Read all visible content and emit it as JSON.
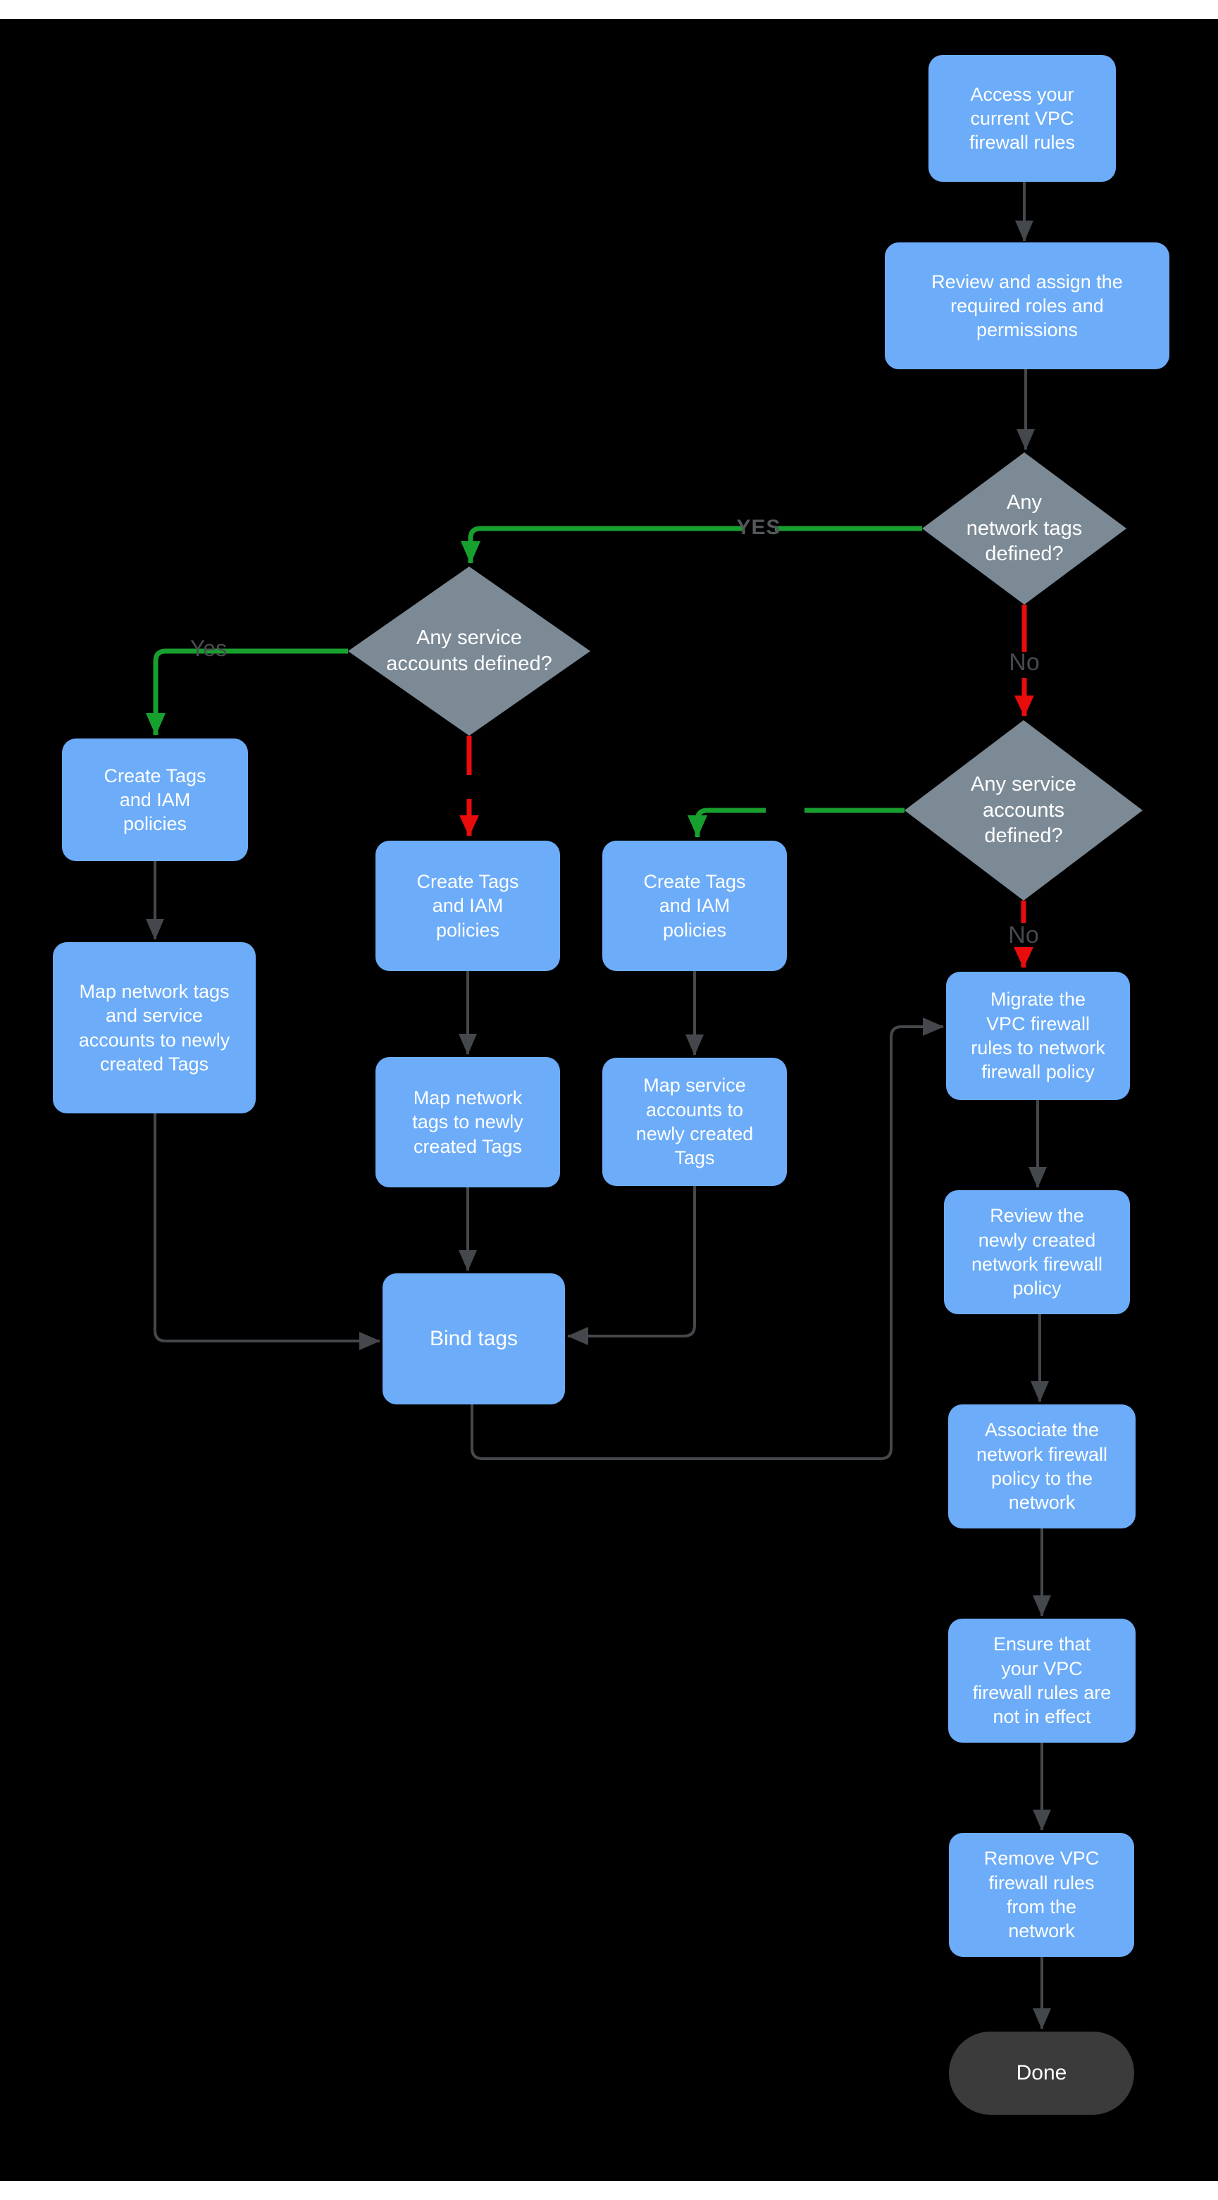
{
  "page": {
    "background": "#000000",
    "edge_strip_color": "#FFFFFF"
  },
  "colors": {
    "process_fill": "#6CACF8",
    "decision_fill": "#7C8A96",
    "terminal_fill": "#3B3B3B",
    "node_text": "#FFFFFF",
    "connector": "#44474B",
    "yes_edge": "#18A02F",
    "no_edge": "#E80C0C",
    "label_yes_upper": "#53565A",
    "label_yes": "#4A4D50",
    "label_no": "#464A4E"
  },
  "nodes": {
    "access": {
      "label": "Access your\ncurrent VPC\nfirewall rules"
    },
    "review_assign": {
      "label": "Review and assign the\nrequired roles and\npermissions"
    },
    "any_network_tags": {
      "label": "Any\nnetwork tags\ndefined?"
    },
    "any_service_accounts_left": {
      "label": "Any service\naccounts defined?"
    },
    "create_tags_left": {
      "label": "Create Tags\nand IAM\npolicies"
    },
    "map_tags_accounts_left": {
      "label": "Map network tags\nand service\naccounts to newly\ncreated Tags"
    },
    "create_tags_mid": {
      "label": "Create Tags\nand IAM\npolicies"
    },
    "map_network_tags_mid": {
      "label": "Map network\ntags to newly\ncreated Tags"
    },
    "create_tags_right": {
      "label": "Create Tags\nand IAM\npolicies"
    },
    "map_service_accounts_right": {
      "label": "Map service\naccounts  to\nnewly created\nTags"
    },
    "any_service_accounts_right": {
      "label": "Any service\naccounts\ndefined?"
    },
    "bind_tags": {
      "label": "Bind tags"
    },
    "migrate": {
      "label": "Migrate the\nVPC firewall\nrules to network\nfirewall policy"
    },
    "review_policy": {
      "label": "Review the\nnewly created\nnetwork firewall\npolicy"
    },
    "associate": {
      "label": "Associate the\nnetwork firewall\npolicy to the\nnetwork"
    },
    "ensure": {
      "label": "Ensure that\nyour VPC\nfirewall rules are\nnot in effect"
    },
    "remove": {
      "label": "Remove  VPC\nfirewall rules\nfrom the\nnetwork"
    },
    "done": {
      "label": "Done"
    }
  },
  "edge_labels": {
    "yes_upper": "YES",
    "yes": "Yes",
    "no_network": "No",
    "no_service": "No"
  }
}
